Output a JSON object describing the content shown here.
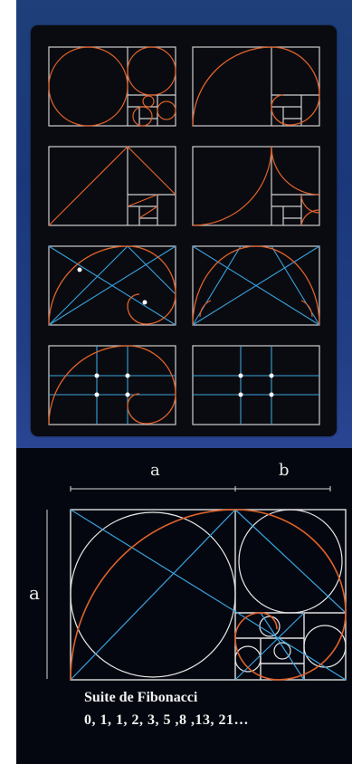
{
  "colors": {
    "background_top": "#1e3f7a",
    "panel": "#0a0b10",
    "grid_line": "#cfcfcf",
    "spiral": "#e0622a",
    "diagonal": "#3aa3e0"
  },
  "labels": {
    "a_horizontal": "a",
    "b_horizontal": "b",
    "a_vertical": "a"
  },
  "caption": {
    "title": "Suite de Fibonacci",
    "sequence": "0, 1, 1, 2, 3, 5 ,8 ,13, 21…"
  }
}
